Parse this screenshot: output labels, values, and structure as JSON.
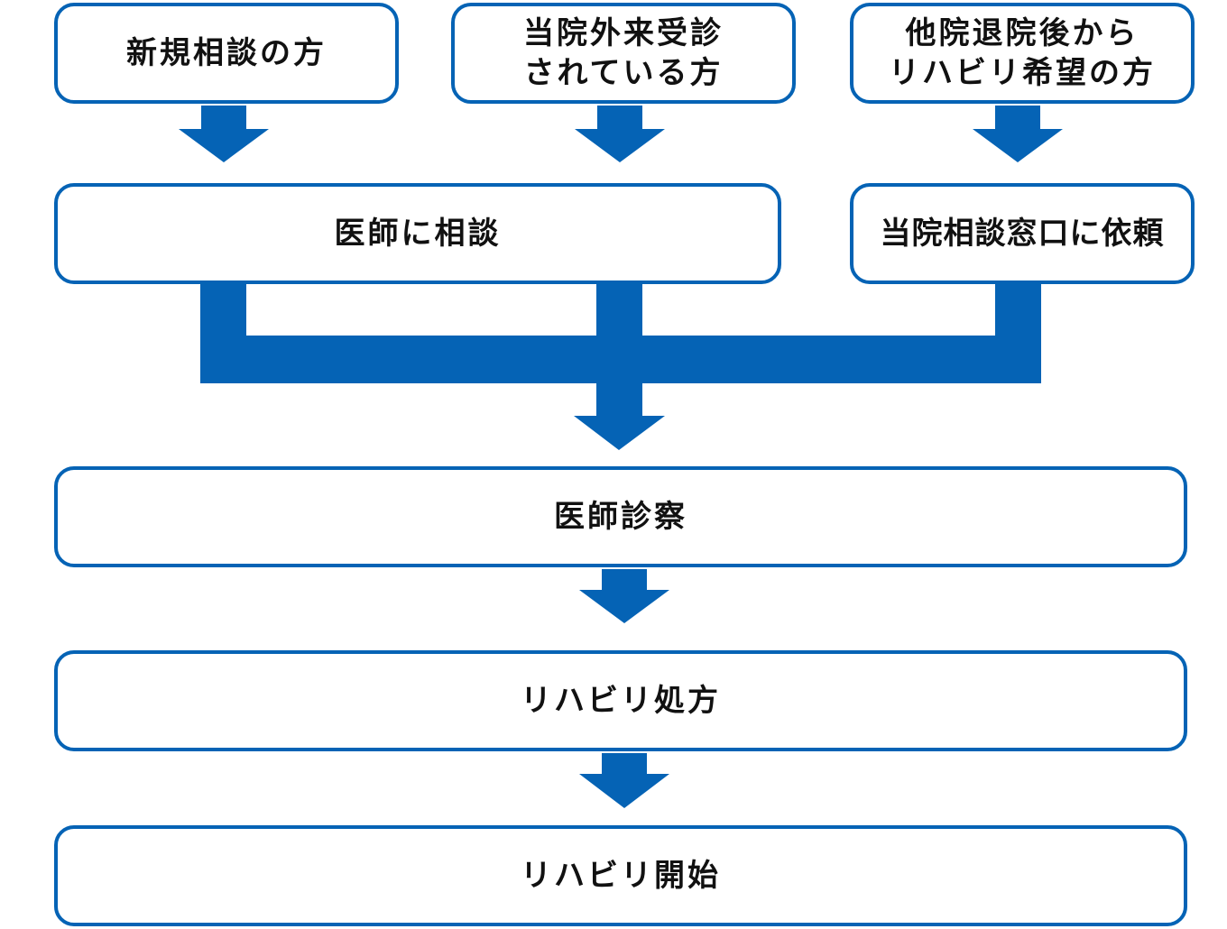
{
  "diagram": {
    "accent_color": "#0563b5",
    "nodes": {
      "new_consultation": "新規相談の方",
      "outpatient": [
        "当院外来受診",
        "されている方"
      ],
      "other_hospital": [
        "他院退院後から",
        "リハビリ希望の方"
      ],
      "consult_doctor": "医師に相談",
      "consult_window": "当院相談窓口に依頼",
      "doctor_exam": "医師診察",
      "rehab_prescription": "リハビリ処方",
      "rehab_start": "リハビリ開始"
    },
    "edges": [
      {
        "from": "新規相談の方",
        "to": "医師に相談"
      },
      {
        "from": "当院外来受診されている方",
        "to": "医師に相談"
      },
      {
        "from": "他院退院後からリハビリ希望の方",
        "to": "当院相談窓口に依頼"
      },
      {
        "from": "医師に相談",
        "to": "医師診察"
      },
      {
        "from": "当院相談窓口に依頼",
        "to": "医師診察"
      },
      {
        "from": "医師診察",
        "to": "リハビリ処方"
      },
      {
        "from": "リハビリ処方",
        "to": "リハビリ開始"
      }
    ]
  }
}
